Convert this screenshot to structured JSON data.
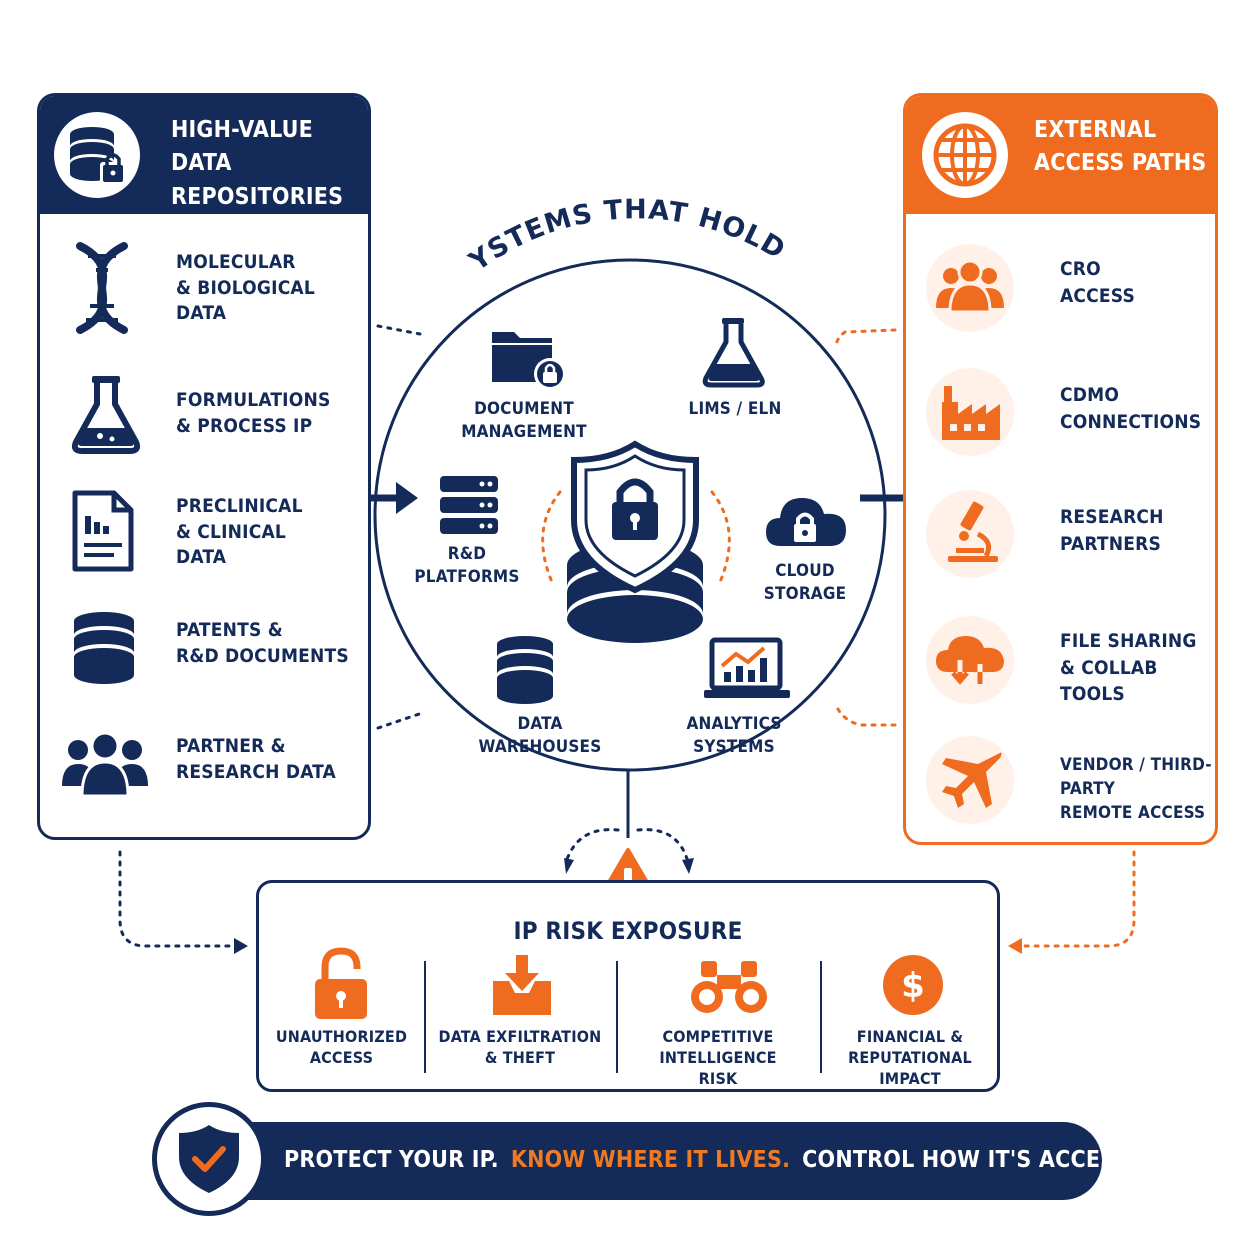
{
  "left_panel": {
    "title_line1": "High-Value",
    "title_line2": "Data Repositories",
    "items": [
      {
        "icon": "dna-icon",
        "line1": "Molecular",
        "line2": "& Biological",
        "line3": "Data"
      },
      {
        "icon": "flask-icon",
        "line1": "Formulations",
        "line2": "& Process IP",
        "line3": ""
      },
      {
        "icon": "report-icon",
        "line1": "Preclinical",
        "line2": "& Clinical",
        "line3": "Data"
      },
      {
        "icon": "database-icon",
        "line1": "Patents &",
        "line2": "R&D Documents",
        "line3": ""
      },
      {
        "icon": "people-icon",
        "line1": "Partner &",
        "line2": "Research Data",
        "line3": ""
      }
    ]
  },
  "center": {
    "arc_title": "SYSTEMS THAT HOLD IT",
    "systems": [
      {
        "icon": "folder-lock-icon",
        "line1": "Document",
        "line2": "Management"
      },
      {
        "icon": "flask-icon",
        "line1": "LIMS / ELN",
        "line2": ""
      },
      {
        "icon": "server-icon",
        "line1": "R&D",
        "line2": "Platforms"
      },
      {
        "icon": "cloud-lock-icon",
        "line1": "Cloud",
        "line2": "Storage"
      },
      {
        "icon": "database-icon",
        "line1": "Data",
        "line2": "Warehouses"
      },
      {
        "icon": "analytics-icon",
        "line1": "Analytics",
        "line2": "Systems"
      }
    ]
  },
  "right_panel": {
    "title_line1": "External",
    "title_line2": "Access Paths",
    "items": [
      {
        "icon": "group-icon",
        "line1": "CRO",
        "line2": "Access"
      },
      {
        "icon": "factory-icon",
        "line1": "CDMO",
        "line2": "Connections"
      },
      {
        "icon": "microscope-icon",
        "line1": "Research",
        "line2": "Partners"
      },
      {
        "icon": "cloud-sync-icon",
        "line1": "File Sharing",
        "line2": "& Collab Tools"
      },
      {
        "icon": "airplane-icon",
        "line1": "Vendor / Third-Party",
        "line2": "Remote Access"
      }
    ]
  },
  "risk": {
    "title": "IP Risk Exposure",
    "items": [
      {
        "icon": "unlock-icon",
        "line1": "Unauthorized",
        "line2": "Access",
        "line3": ""
      },
      {
        "icon": "download-tray-icon",
        "line1": "Data Exfiltration",
        "line2": "& Theft",
        "line3": ""
      },
      {
        "icon": "binoculars-icon",
        "line1": "Competitive",
        "line2": "Intelligence",
        "line3": "Risk"
      },
      {
        "icon": "dollar-icon",
        "line1": "Financial &",
        "line2": "Reputational",
        "line3": "Impact"
      }
    ]
  },
  "banner": {
    "part1": "Protect your IP.",
    "part2": "Know where it lives.",
    "part3": "Control how it's accessed."
  },
  "colors": {
    "navy": "#142a58",
    "orange": "#ef6b1f",
    "light_orange": "#fff1e8"
  }
}
